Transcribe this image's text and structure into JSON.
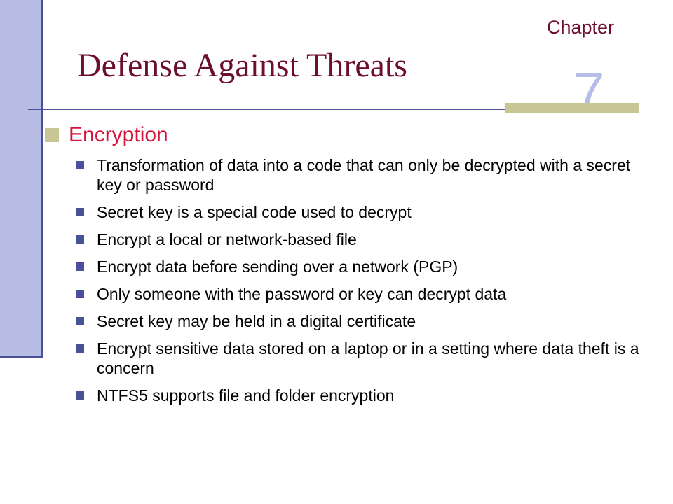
{
  "header": {
    "chapter_label": "Chapter",
    "chapter_number": "7",
    "title": "Defense Against Threats"
  },
  "content": {
    "main_bullet": "Encryption",
    "sub_bullets": [
      "Transformation of data into a code that can only be decrypted with a secret key or password",
      "Secret key is a special code used to decrypt",
      "Encrypt a local or network-based file",
      "Encrypt data before sending over a network (PGP)",
      "Only someone with the password or key can decrypt data",
      "Secret key may be held in a digital certificate",
      "Encrypt sensitive data stored on a laptop or in a setting where data theft is a concern",
      "NTFS5 supports file and folder encryption"
    ]
  },
  "colors": {
    "title": "#6b0f2b",
    "accent_red": "#d4143a",
    "sidebar": "#b8bde6",
    "rule_blue": "#4b5198",
    "bullet_olive": "#c9c695"
  }
}
